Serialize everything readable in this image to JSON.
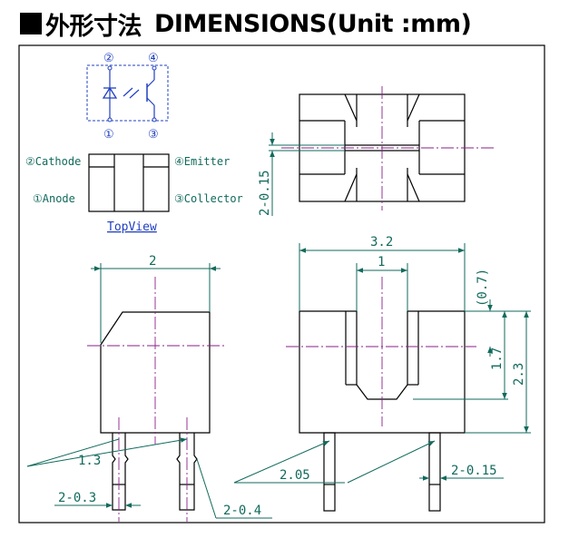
{
  "title": {
    "prefix": "■",
    "jp": "外形寸法",
    "en": "DIMENSIONS",
    "unit": "(Unit :mm)"
  },
  "pins": {
    "p1": "①",
    "p2": "②",
    "p3": "③",
    "p4": "④",
    "cathode": "②Cathode",
    "anode": "①Anode",
    "emitter": "④Emitter",
    "collector": "③Collector",
    "topview": "TopView"
  },
  "dims": {
    "d_2_015_v": "2-0.15",
    "d_2": "2",
    "d_32": "3.2",
    "d_1": "1",
    "d_07": "(0.7)",
    "d_17": "1.7",
    "d_23": "2.3",
    "d_13": "1.3",
    "d_2_03": "2-0.3",
    "d_2_04": "2-0.4",
    "d_205": "2.05",
    "d_2_015_h": "2-0.15"
  },
  "colors": {
    "outline": "#000000",
    "dimension": "#116a5c",
    "centerline": "#8a1f8a",
    "schematic": "#2040c0"
  }
}
